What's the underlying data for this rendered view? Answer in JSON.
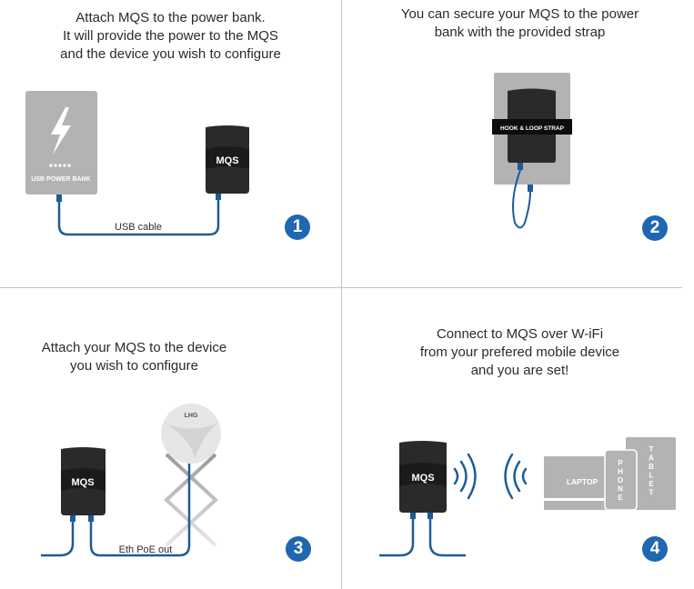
{
  "colors": {
    "accent_blue": "#1f67b1",
    "cable_blue": "#1e5b9a",
    "device_dark": "#2a2a2c",
    "gray_device": "#b3b3b3",
    "divider": "#c4c4c4"
  },
  "steps": [
    {
      "number": "1",
      "caption": [
        "Attach MQS to the power bank.",
        "It will provide the power to the MQS",
        "and the device you wish to configure"
      ],
      "power_bank_label": "USB POWER BANK",
      "power_bank_icon": "lightning-bolt-icon",
      "device_label": "MQS",
      "cable_label": "USB cable"
    },
    {
      "number": "2",
      "caption": [
        "You can secure your MQS to the power",
        "bank with the provided strap"
      ],
      "strap_label": "HOOK & LOOP STRAP"
    },
    {
      "number": "3",
      "caption": [
        "Attach your MQS to the device",
        "you wish to configure"
      ],
      "device_label": "MQS",
      "antenna_label": "LHG",
      "cable_label": "Eth PoE out"
    },
    {
      "number": "4",
      "caption": [
        "Connect to MQS over W-iFi",
        "from your prefered mobile device",
        "and you are set!"
      ],
      "device_label": "MQS",
      "laptop_label": "LAPTOP",
      "phone_label": "PHONE",
      "tablet_label": "TABLET",
      "wifi_icon": "wifi-waves-icon"
    }
  ]
}
